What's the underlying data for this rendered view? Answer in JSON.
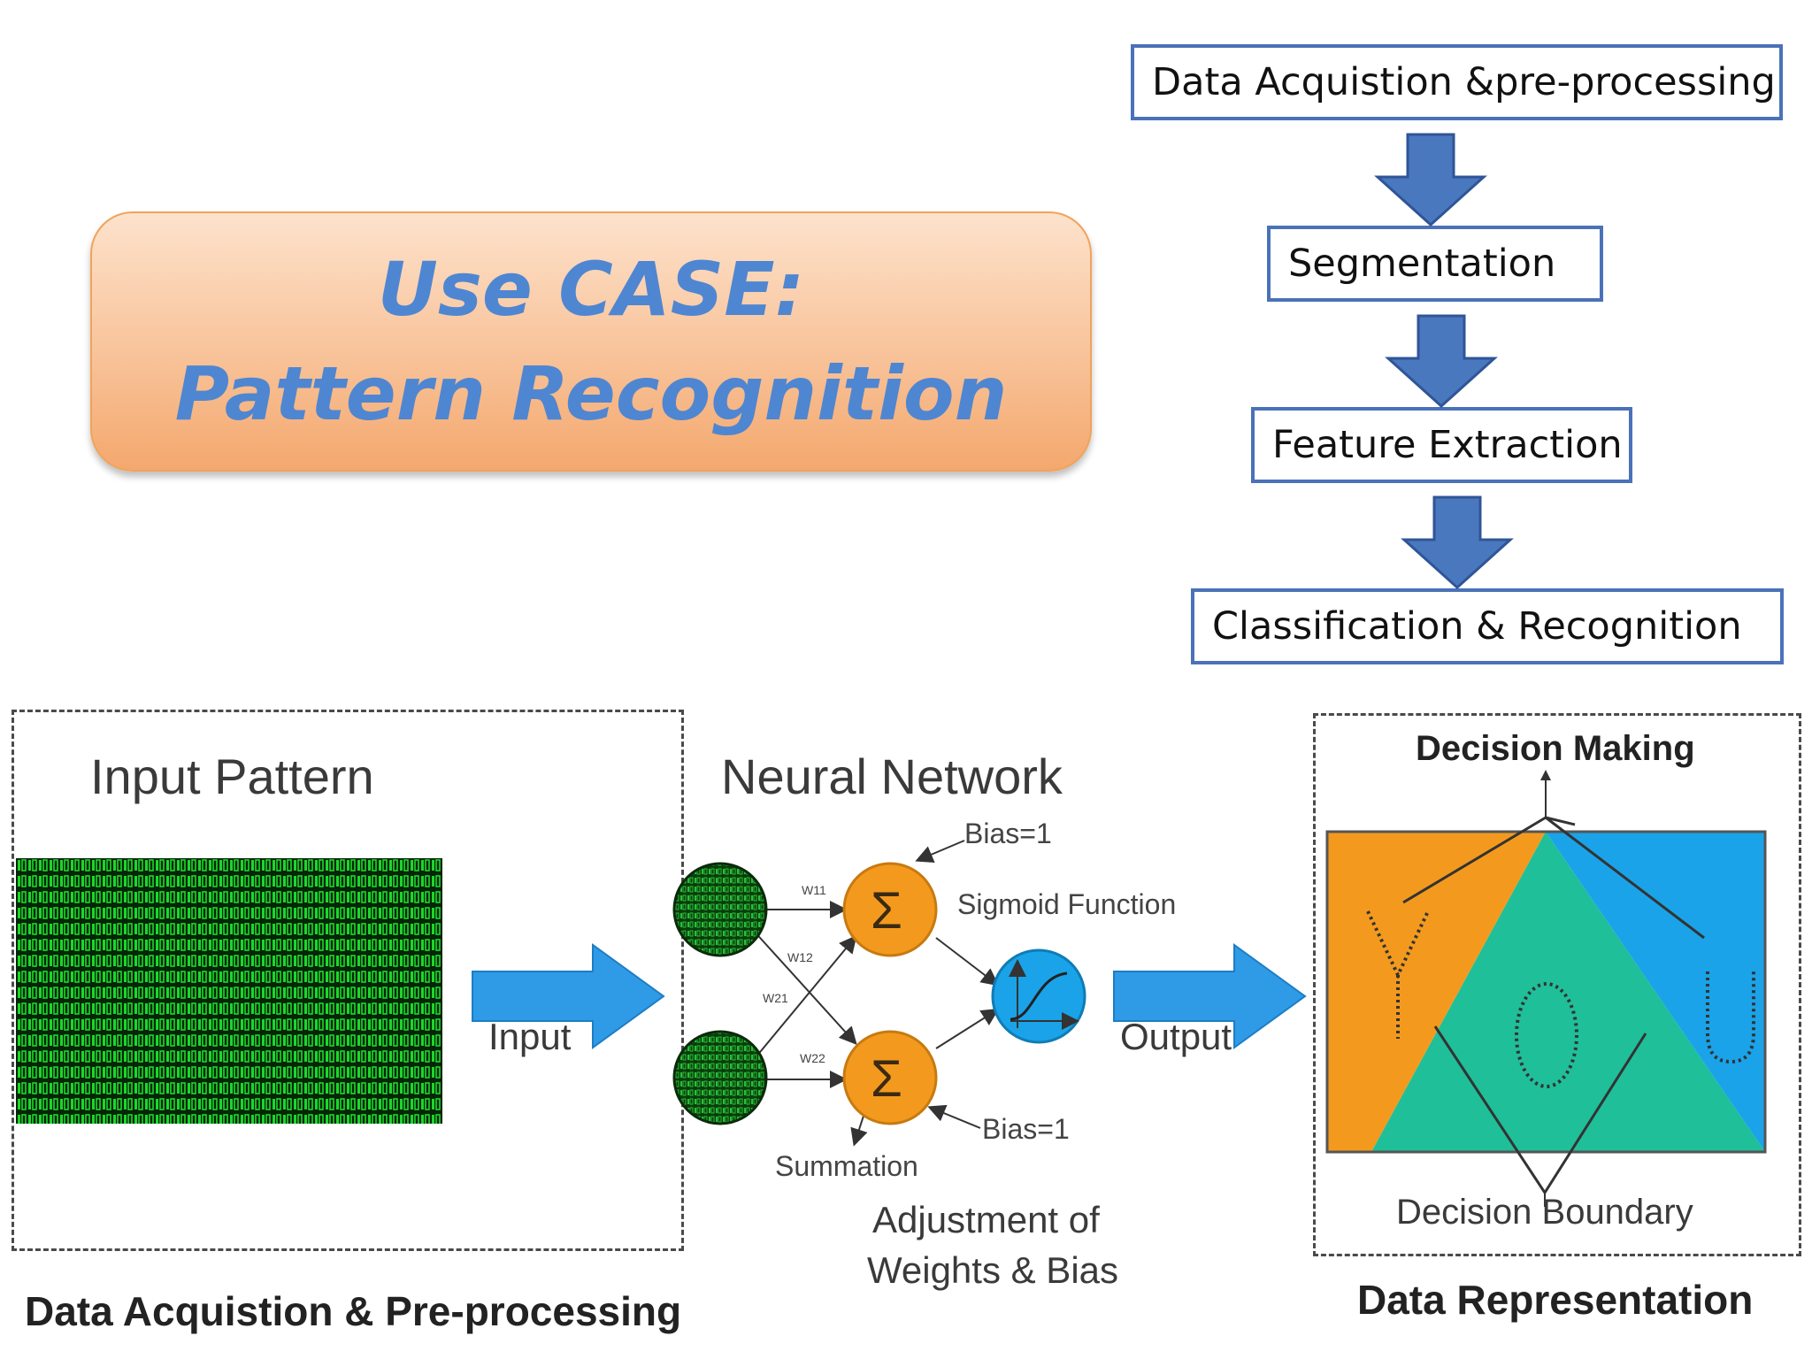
{
  "title": {
    "line1": "Use CASE:",
    "line2": "Pattern Recognition"
  },
  "flow": {
    "steps": [
      "Data Acquistion &pre-processing",
      "Segmentation",
      "Feature Extraction",
      "Classification & Recognition"
    ]
  },
  "panel_input": {
    "heading": "Input Pattern",
    "caption": "Data Acquistion & Pre-processing",
    "arrow_label": "Input"
  },
  "panel_network": {
    "heading": "Neural Network",
    "bias_top": "Bias=1",
    "bias_bottom": "Bias=1",
    "sigmoid_label": "Sigmoid Function",
    "summation_label": "Summation",
    "sum_symbol": "Σ",
    "weights": [
      "W11",
      "W12",
      "W21",
      "W22"
    ],
    "caption_line1": "Adjustment of",
    "caption_line2": "Weights & Bias",
    "arrow_label": "Output"
  },
  "panel_output": {
    "heading": "Decision Making",
    "boundary_label": "Decision Boundary",
    "caption": "Data Representation",
    "letters": [
      "Y",
      "O",
      "U"
    ]
  },
  "colors": {
    "title_text": "#4f86d1",
    "flow_border": "#4a72b8",
    "flow_arrow": "#4a78bf",
    "neuron_orange": "#f39a1e",
    "sigmoid_blue": "#1aa3e8",
    "region_orange": "#f39a1e",
    "region_teal": "#1fbf99",
    "region_blue": "#1aa3e8",
    "matrix_green": "#1bd72c"
  },
  "icons": [
    "flow-down-arrow",
    "input-arrow",
    "output-arrow",
    "binary-matrix",
    "sigma-neuron",
    "sigmoid-curve"
  ]
}
